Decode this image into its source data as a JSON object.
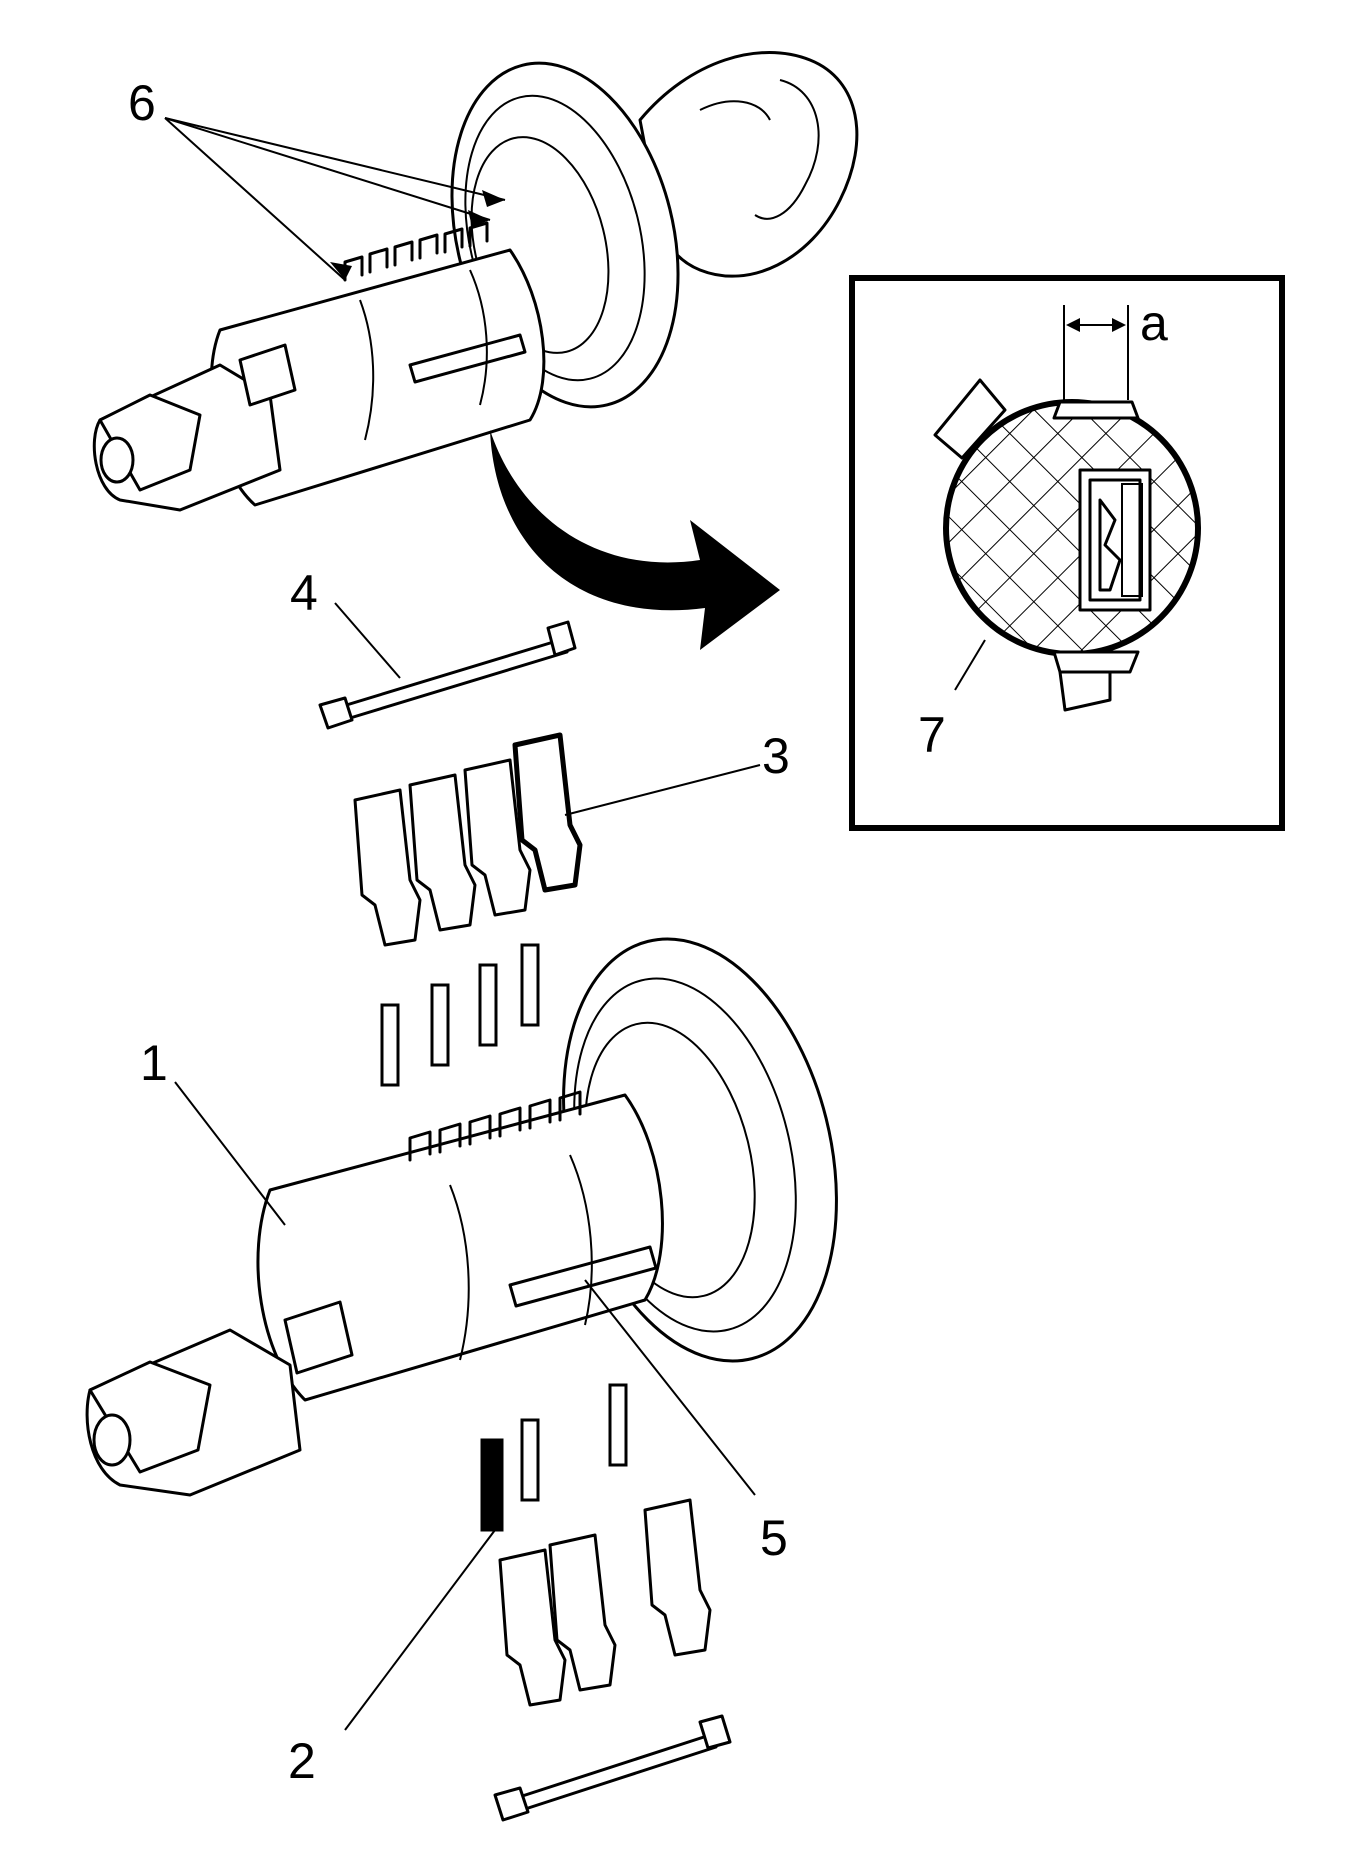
{
  "callouts": {
    "c1": "1",
    "c2": "2",
    "c3": "3",
    "c4": "4",
    "c5": "5",
    "c6": "6",
    "c7": "7",
    "ca": "a"
  }
}
